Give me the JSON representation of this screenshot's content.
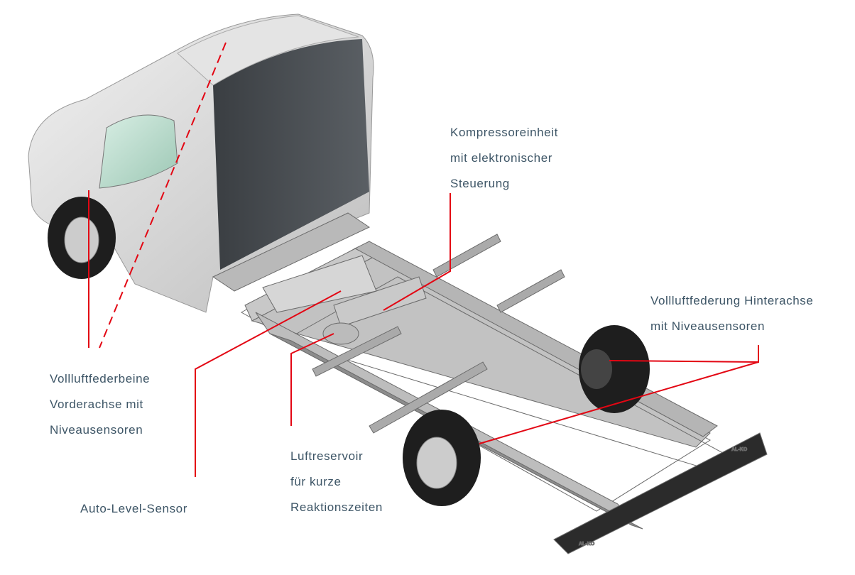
{
  "labels": {
    "compressor": [
      "Kompressoreinheit",
      "mit elektronischer",
      "Steuerung"
    ],
    "rear_axle": [
      "Vollluftfederung Hinterachse",
      "mit Niveausensoren"
    ],
    "front_axle": [
      "Vollluftfederbeine",
      "Vorderachse mit",
      "Niveausensoren"
    ],
    "air_reservoir": [
      "Luftreservoir",
      "für kurze",
      "Reaktionszeiten"
    ],
    "level_sensor": "Auto-Level-Sensor"
  },
  "logo_text": "AL-KO",
  "colors": {
    "leader": "#e30613",
    "text": "#3d5566"
  }
}
